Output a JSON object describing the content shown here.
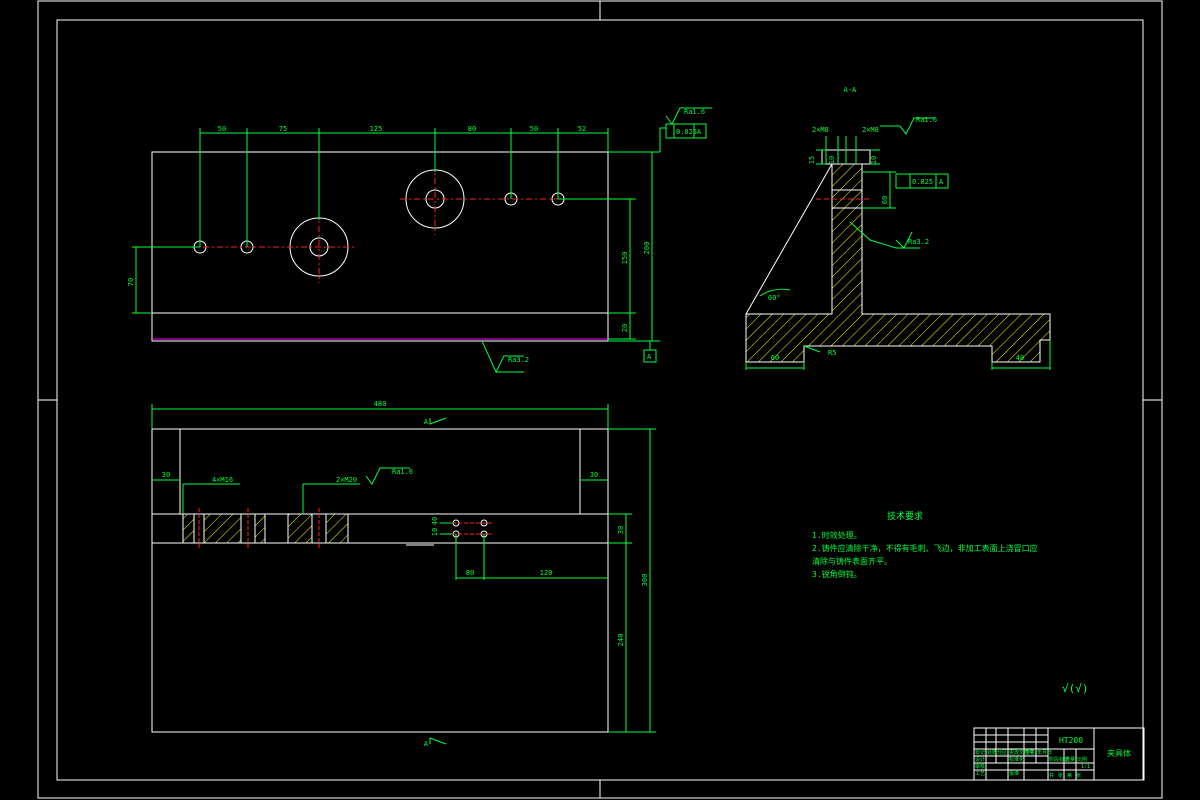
{
  "colors": {
    "background": "#000000",
    "outline": "#ffffff",
    "dimension": "#00ff3c",
    "centerline": "#ff2020",
    "hatch": "#ffff00",
    "accent": "#ff00ff"
  },
  "top_view": {
    "dims_top": [
      "50",
      "75",
      "125",
      "80",
      "50",
      "52"
    ],
    "dim_left": "70",
    "dim_right_inner": "150",
    "dim_right_bottom": "20",
    "dim_right_outer": "200",
    "roughness": "Ra1.6",
    "tolerance_value": "0.025",
    "datum": "A",
    "roughness_bottom": "Ra3.2"
  },
  "section_view": {
    "title": "A-A",
    "hole_left": "2×M8",
    "hole_right": "2×M8",
    "roughness_top": "Ra1.6",
    "dim_small_a": "15",
    "dim_small_b": "10",
    "dim_small_c": "10",
    "tolerance_value": "0.025",
    "datum": "A",
    "dim_height": "60",
    "roughness_side": "Ra3.2",
    "angle": "60°",
    "dim_bottom_left": "60",
    "dim_bottom_mid": "R5",
    "dim_bottom_right": "40"
  },
  "front_view": {
    "dim_width": "480",
    "label_top": "A",
    "label_bottom": "A",
    "dim_left": "30",
    "dim_right": "30",
    "holes_a": "4×M16",
    "holes_b": "2×M20",
    "roughness": "Ra1.6",
    "dim_40": "40",
    "dim_10": "10",
    "dim_80": "80",
    "dim_120": "120",
    "dim_30": "30",
    "dim_240": "240",
    "dim_300": "300"
  },
  "tech_requirements": {
    "title": "技术要求",
    "items": [
      "1.时效处理。",
      "2.铸件应清除干净，不得有毛刺、飞边，非加工表面上浇冒口应",
      "清除与铸件表面齐平。",
      "3.锐角倒钝。"
    ]
  },
  "roughness_note": "√(√)",
  "title_block": {
    "material": "HT200",
    "part_name": "夹具体",
    "cells": [
      "标记",
      "处数",
      "分区",
      "更改文件号",
      "签名",
      "年月日",
      "设计",
      "标准化",
      "审核",
      "工艺",
      "批准",
      "阶段标记",
      "重量",
      "比例",
      "共",
      "张",
      "第",
      "张",
      "1:1"
    ]
  }
}
